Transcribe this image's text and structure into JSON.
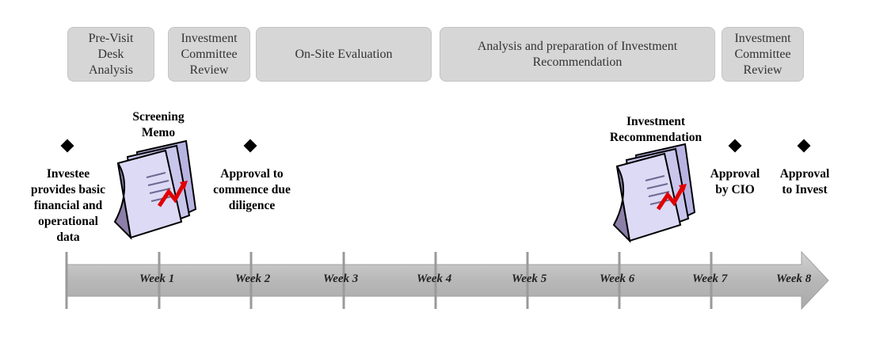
{
  "phases": [
    {
      "label": "Pre-Visit\nDesk\nAnalysis"
    },
    {
      "label": "Investment\nCommittee\nReview"
    },
    {
      "label": "On-Site Evaluation"
    },
    {
      "label": "Analysis and  preparation of Investment\nRecommendation"
    },
    {
      "label": "Investment\nCommittee\nReview"
    }
  ],
  "milestones": [
    {
      "label": "Investee\nprovides basic\nfinancial and\noperational\ndata"
    },
    {
      "label": "Screening\nMemo"
    },
    {
      "label": "Approval to\ncommence due\ndiligence"
    },
    {
      "label": "Investment\nRecommendation"
    },
    {
      "label": "Approval\nby CIO"
    },
    {
      "label": "Approval\nto Invest"
    }
  ],
  "weeks": [
    "Week 1",
    "Week 2",
    "Week 3",
    "Week 4",
    "Week 5",
    "Week 6",
    "Week 7",
    "Week 8"
  ],
  "colors": {
    "phase_fill": "#d6d6d6",
    "arrow_fill": "#bdbdbd",
    "document_fill": "#c9c6ec",
    "document_arrow": "#e00000"
  },
  "icons": [
    "diamond-marker-icon",
    "document-icon"
  ]
}
